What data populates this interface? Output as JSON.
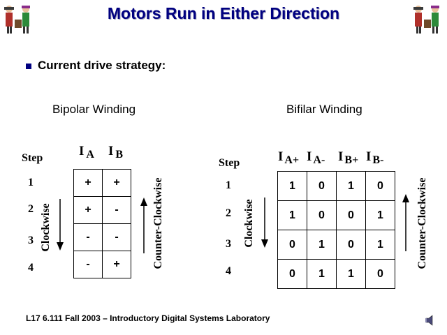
{
  "slide": {
    "title": "Motors Run in Either Direction",
    "bullet": "Current drive strategy:",
    "footer": "L17  6.111  Fall 2003 – Introductory Digital Systems Laboratory"
  },
  "bipolar": {
    "heading": "Bipolar Winding",
    "step_label": "Step",
    "steps": [
      "1",
      "2",
      "3",
      "4"
    ],
    "columns": [
      {
        "i": "I",
        "sub": "A"
      },
      {
        "i": "I",
        "sub": "B"
      }
    ],
    "rows": [
      [
        "+",
        "+"
      ],
      [
        "+",
        "-"
      ],
      [
        "-",
        "-"
      ],
      [
        "-",
        "+"
      ]
    ],
    "left_arrow_label": "Clockwise",
    "right_arrow_label": "Counter-Clockwise"
  },
  "bifilar": {
    "heading": "Bifilar Winding",
    "step_label": "Step",
    "steps": [
      "1",
      "2",
      "3",
      "4"
    ],
    "columns": [
      {
        "i": "I",
        "sub": "A+"
      },
      {
        "i": "I",
        "sub": "A-"
      },
      {
        "i": "I",
        "sub": "B+"
      },
      {
        "i": "I",
        "sub": "B-"
      }
    ],
    "rows": [
      [
        "1",
        "0",
        "1",
        "0"
      ],
      [
        "1",
        "0",
        "0",
        "1"
      ],
      [
        "0",
        "1",
        "0",
        "1"
      ],
      [
        "0",
        "1",
        "1",
        "0"
      ]
    ],
    "left_arrow_label": "Clockwise",
    "right_arrow_label": "Counter-Clockwise"
  },
  "icons": {
    "logo": "court-jester-logo-icon",
    "speaker": "speaker-icon"
  }
}
